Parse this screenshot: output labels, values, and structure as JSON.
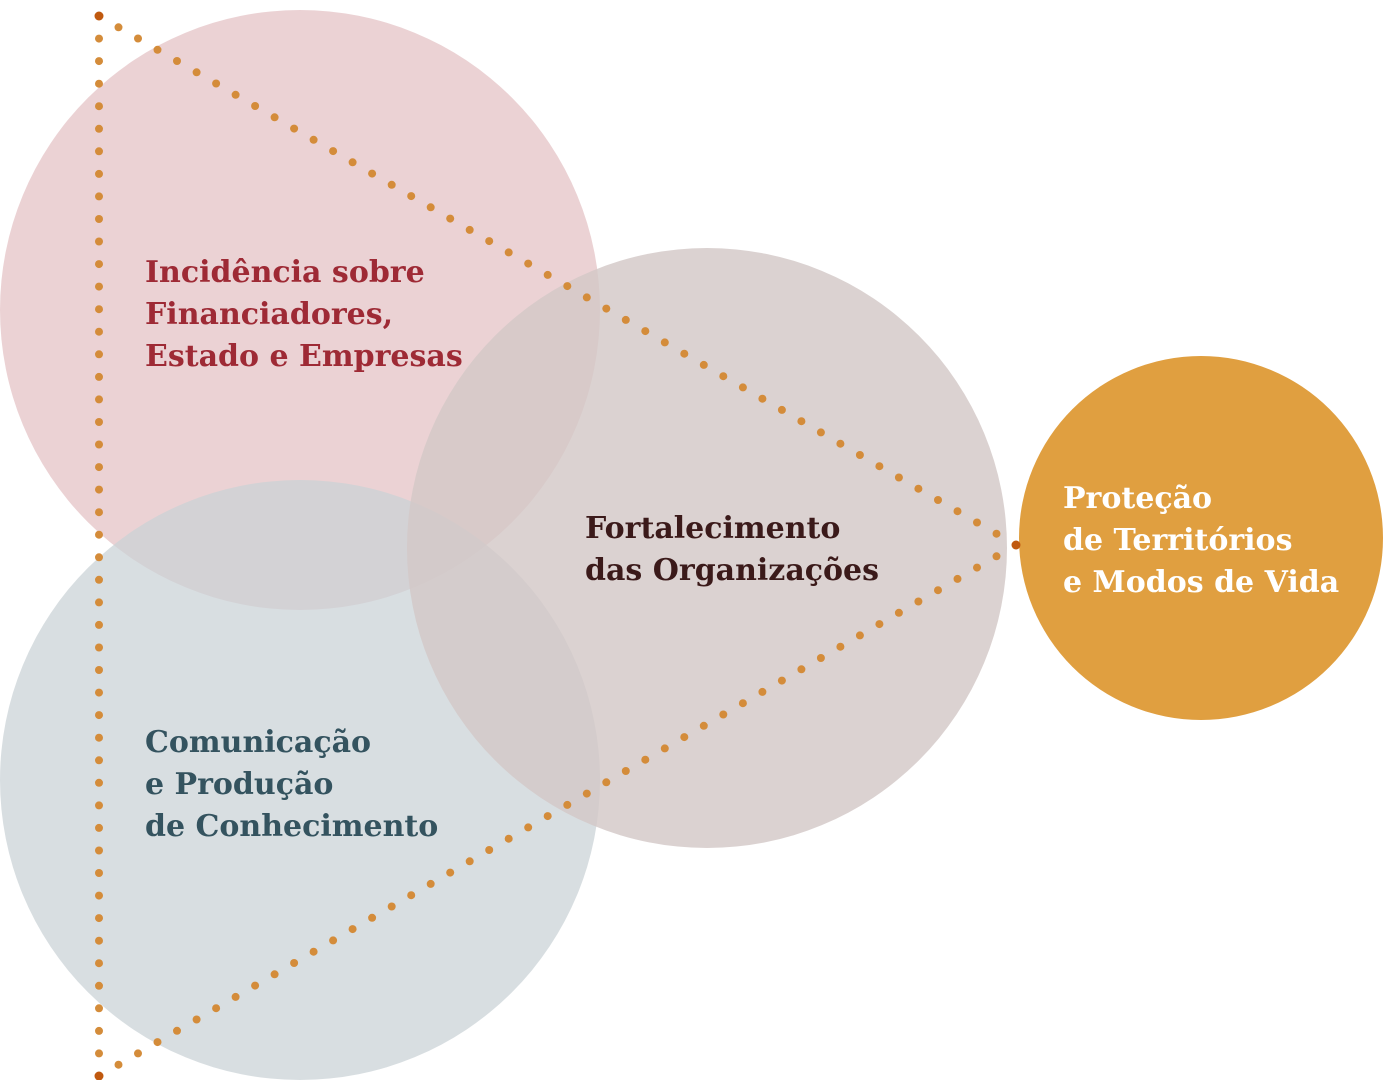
{
  "diagram": {
    "circles": {
      "incidencia": {
        "lines": [
          "Incidência sobre",
          "Financiadores,",
          "Estado e Empresas"
        ],
        "fill_color": "#e3c0c4",
        "text_color": "#9e2a35"
      },
      "comunicacao": {
        "lines": [
          "Comunicação",
          "e Produção",
          "de Conhecimento"
        ],
        "fill_color": "#c9d1d6",
        "text_color": "#34535f"
      },
      "fortalecimento": {
        "lines": [
          "Fortalecimento",
          "das Organizações"
        ],
        "fill_color": "#d3c8c7",
        "text_color": "#3b1a1a"
      },
      "protecao": {
        "lines": [
          "Proteção",
          "de Territórios",
          "e Modos de Vida"
        ],
        "fill_color": "#e09f40",
        "text_color": "#ffffff"
      }
    },
    "dotted_triangle": {
      "dot_color": "#d48c3a",
      "vertex_color": "#c0590f"
    }
  }
}
